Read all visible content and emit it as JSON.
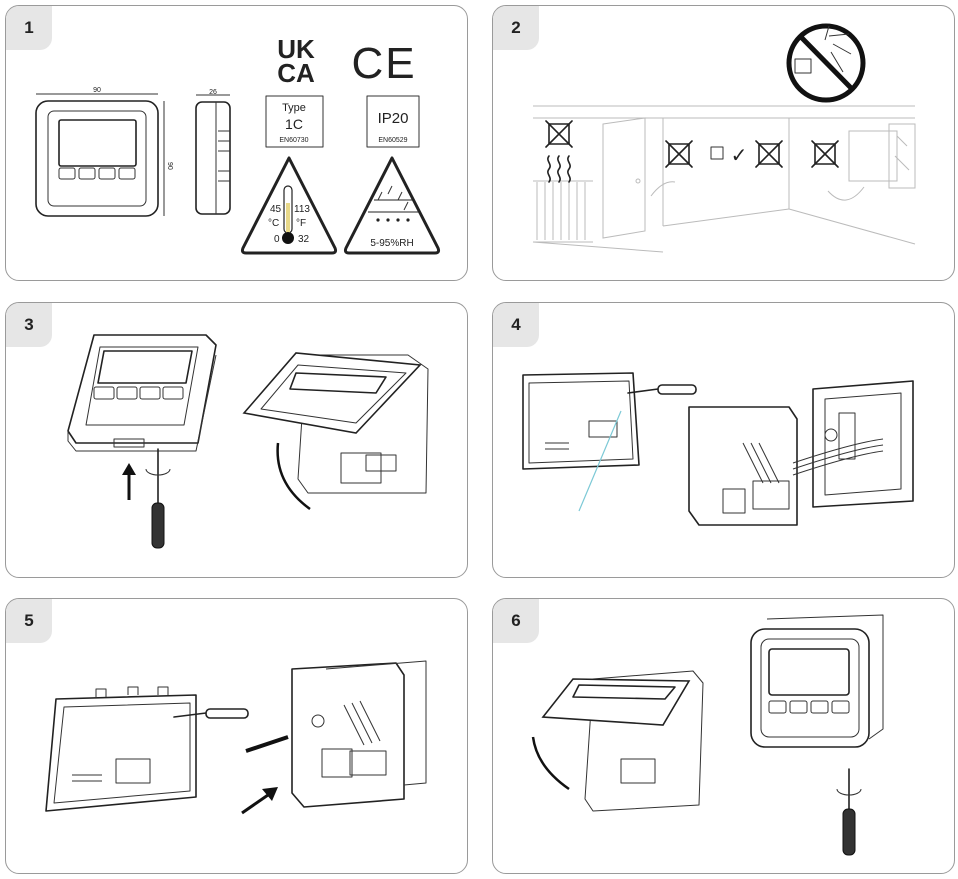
{
  "steps": [
    {
      "number": "1"
    },
    {
      "number": "2"
    },
    {
      "number": "3"
    },
    {
      "number": "4"
    },
    {
      "number": "5"
    },
    {
      "number": "6"
    }
  ],
  "step1": {
    "dim_width": "90",
    "dim_height": "90",
    "dim_depth": "26",
    "ukca_line1": "UK",
    "ukca_line2": "CA",
    "ce_mark": "CE",
    "type_label": "Type",
    "type_value": "1C",
    "type_standard": "EN60730",
    "ip_value": "IP20",
    "ip_standard": "EN60529",
    "temp_max_c": "45",
    "temp_max_f": "113",
    "unit_c": "°C",
    "unit_f": "°F",
    "temp_min_c": "0",
    "temp_min_f": "32",
    "humidity": "5-95%RH"
  },
  "step2": {
    "check_mark": "✓"
  }
}
